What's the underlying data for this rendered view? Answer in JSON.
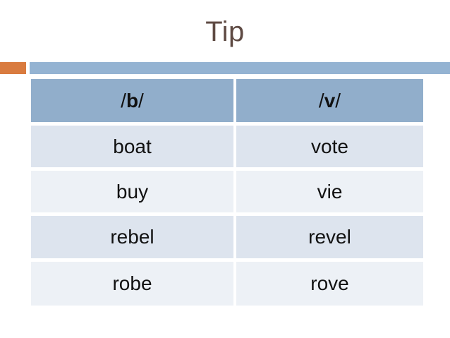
{
  "slide": {
    "title": "Tip",
    "colors": {
      "title_text": "#5e4a43",
      "accent_orange": "#d97b3f",
      "accent_blue_bar": "#94b3d2",
      "table_header_bg": "#91aecb",
      "row_dark_bg": "#dde4ee",
      "row_light_bg": "#edf1f6",
      "cell_text": "#111111"
    },
    "table": {
      "columns": [
        {
          "pre": "/",
          "letter": "b",
          "post": "/"
        },
        {
          "pre": "/",
          "letter": "v",
          "post": "/"
        }
      ],
      "rows": [
        [
          "boat",
          "vote"
        ],
        [
          "buy",
          "vie"
        ],
        [
          "rebel",
          "revel"
        ],
        [
          "robe",
          "rove"
        ]
      ]
    }
  }
}
